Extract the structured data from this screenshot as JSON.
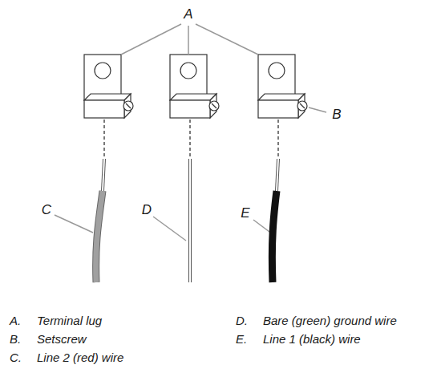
{
  "diagram": {
    "labels": [
      "A",
      "B",
      "C",
      "D",
      "E",
      "A.",
      "Terminal lug",
      "B.",
      "Setscrew",
      "C.",
      "Line 2 (red) wire",
      "D.",
      "Bare (green) ground wire",
      "E.",
      "Line 1 (black) wire"
    ]
  }
}
